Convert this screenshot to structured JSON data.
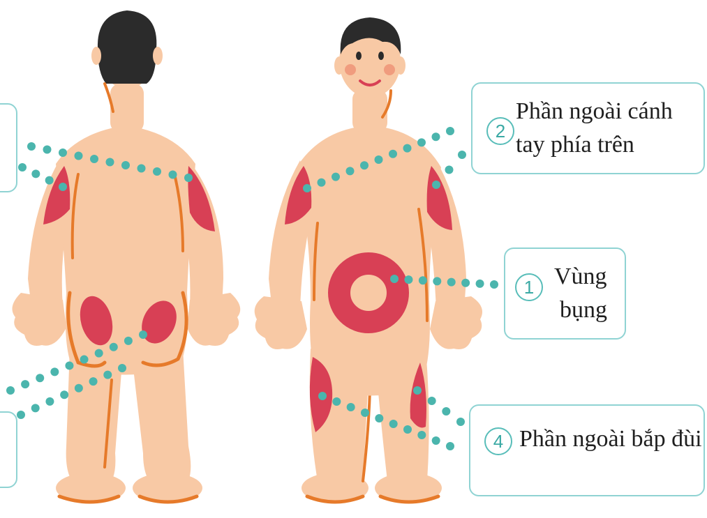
{
  "colors": {
    "skin": "#f8c9a5",
    "skin_outline": "#e67a2a",
    "hair": "#2b2b2b",
    "fat_zone": "#d84055",
    "dots": "#4bb5ad",
    "callout_border": "#8fd3d3",
    "number_color": "#3aa9a4",
    "cheek": "#f09c7e"
  },
  "figures": {
    "back_view": {
      "icon": "person-back-view"
    },
    "front_view": {
      "icon": "person-front-view"
    }
  },
  "callouts": [
    {
      "number": "2",
      "lines": [
        "Phần ngoài cánh",
        "tay phía trên"
      ]
    },
    {
      "number": "1",
      "lines": [
        "Vùng",
        "bụng"
      ]
    },
    {
      "number": "4",
      "lines": [
        "Phần ngoài bắp đùi"
      ]
    }
  ]
}
